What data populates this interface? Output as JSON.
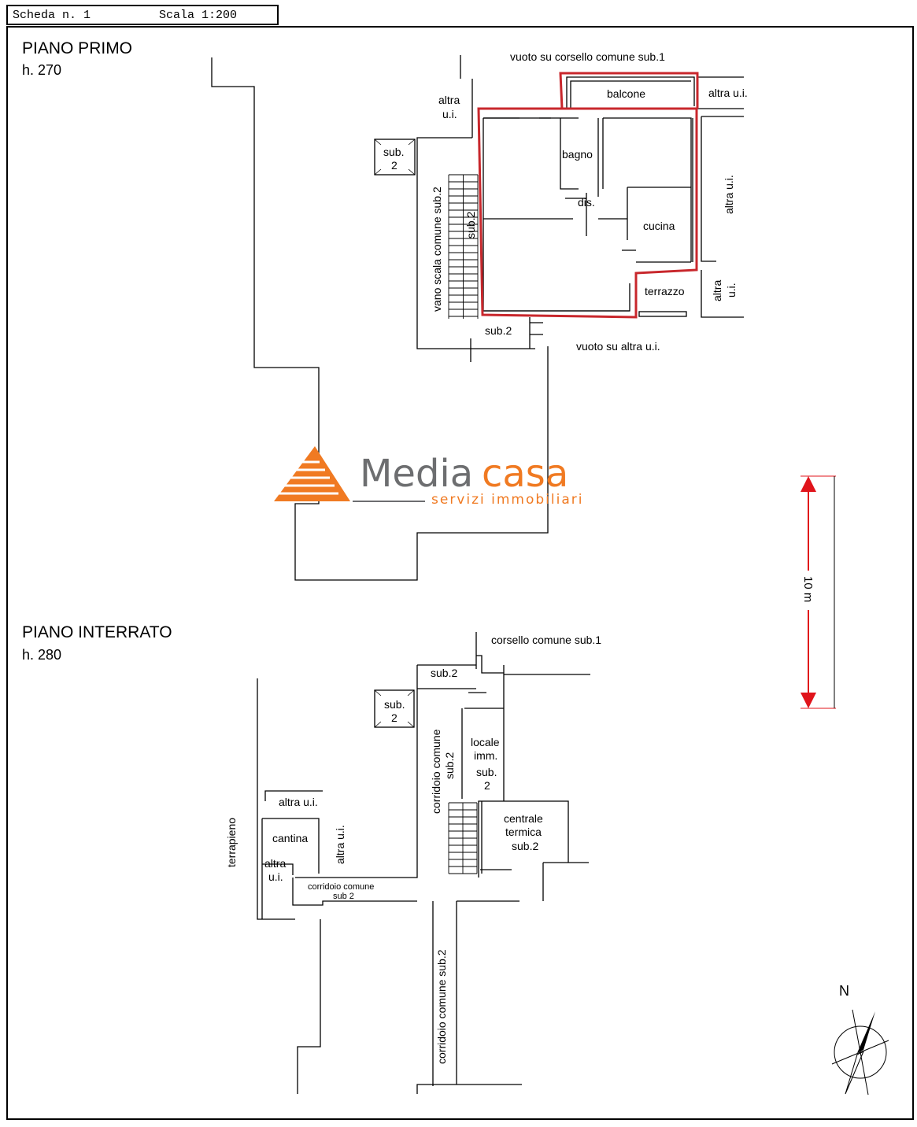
{
  "header": {
    "sheet": "Scheda n. 1",
    "scale": "Scala 1:200"
  },
  "upper_floor": {
    "title": "PIANO PRIMO",
    "height": "h. 270",
    "labels": {
      "void_top": "vuoto su corsello comune sub.1",
      "balcony": "balcone",
      "other_unit_right_top": "altra u.i.",
      "other_unit_top_1": "altra",
      "other_unit_top_2": "u.i.",
      "sub_box_1": "sub.",
      "sub_box_2": "2",
      "bathroom": "bagno",
      "hall": "dis.",
      "kitchen": "cucina",
      "terrace": "terrazzo",
      "other_unit_side": "altra u.i.",
      "other_unit_small_1": "altra",
      "other_unit_small_2": "u.i.",
      "stairwell": "vano scala comune sub.2",
      "stair_sub": "sub.2",
      "landing": "sub.2",
      "void_bottom": "vuoto su altra u.i."
    }
  },
  "lower_floor": {
    "title": "PIANO INTERRATO",
    "height": "h. 280",
    "labels": {
      "driveway": "corsello comune sub.1",
      "sub_top": "sub.2",
      "sub_box_1": "sub.",
      "sub_box_2": "2",
      "corridor_1a": "corridoio comune",
      "corridor_1b": "sub.2",
      "local_1": "locale",
      "local_2": "imm.",
      "local_3": "sub.",
      "local_4": "2",
      "thermal_1": "centrale",
      "thermal_2": "termica",
      "thermal_3": "sub.2",
      "other_unit_top": "altra u.i.",
      "cellar": "cantina",
      "other_unit_side": "altra u.i.",
      "other_unit_small_1": "altra",
      "other_unit_small_2": "u.i.",
      "corridor_2a": "corridoio comune",
      "corridor_2b": "sub 2",
      "corridor_3": "corridoio comune sub.2",
      "earth": "terrapieno"
    }
  },
  "scale_bar": {
    "label": "10 m",
    "color": "#e0141b"
  },
  "compass": {
    "label": "N"
  },
  "logo": {
    "name_a": "Media",
    "name_b": "casa",
    "tagline": "servizi immobiliari",
    "gray": "#6d6e70",
    "orange": "#f07a22"
  },
  "colors": {
    "boundary": "#c8272c"
  }
}
